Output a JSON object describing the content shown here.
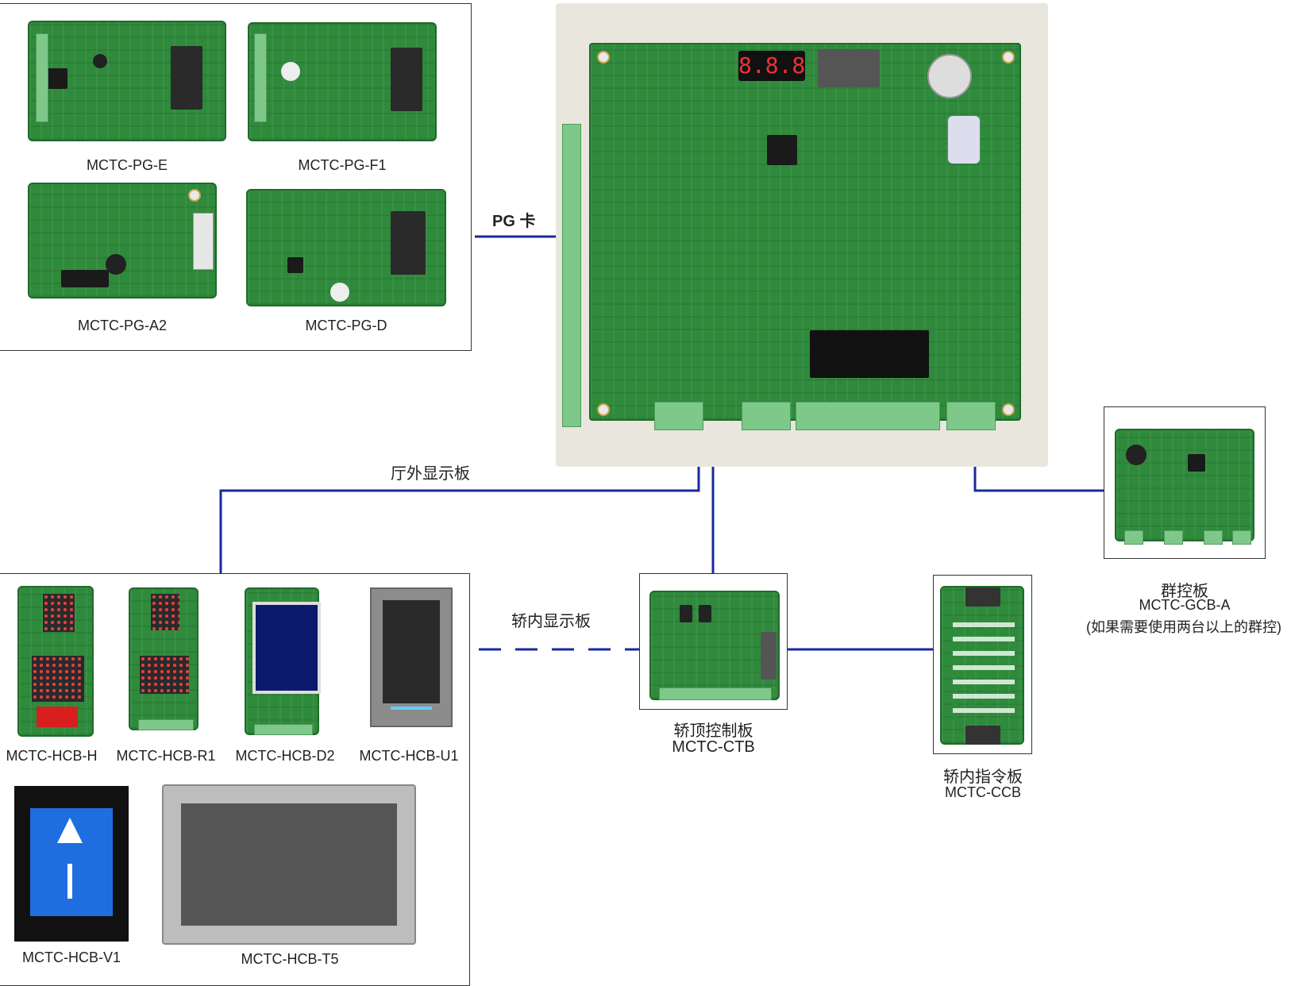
{
  "labels": {
    "pg_card": "PG 卡",
    "hall_display": "厅外显示板",
    "car_display": "轿内显示板"
  },
  "pg_cards": [
    {
      "name": "MCTC-PG-E"
    },
    {
      "name": "MCTC-PG-F1"
    },
    {
      "name": "MCTC-PG-A2"
    },
    {
      "name": "MCTC-PG-D"
    }
  ],
  "hcb_boards": [
    {
      "name": "MCTC-HCB-H"
    },
    {
      "name": "MCTC-HCB-R1"
    },
    {
      "name": "MCTC-HCB-D2"
    },
    {
      "name": "MCTC-HCB-U1"
    },
    {
      "name": "MCTC-HCB-V1"
    },
    {
      "name": "MCTC-HCB-T5"
    }
  ],
  "ctb": {
    "title": "轿顶控制板",
    "model": "MCTC-CTB"
  },
  "ccb": {
    "title": "轿内指令板",
    "model": "MCTC-CCB"
  },
  "gcb": {
    "title": "群控板",
    "model": "MCTC-GCB-A",
    "note": "(如果需要使用两台以上的群控)"
  },
  "main_board": {
    "display": "8.8.8"
  },
  "colors": {
    "line": "#1a2a9c",
    "pcb": "#2f8a3c",
    "frame": "#333333"
  }
}
